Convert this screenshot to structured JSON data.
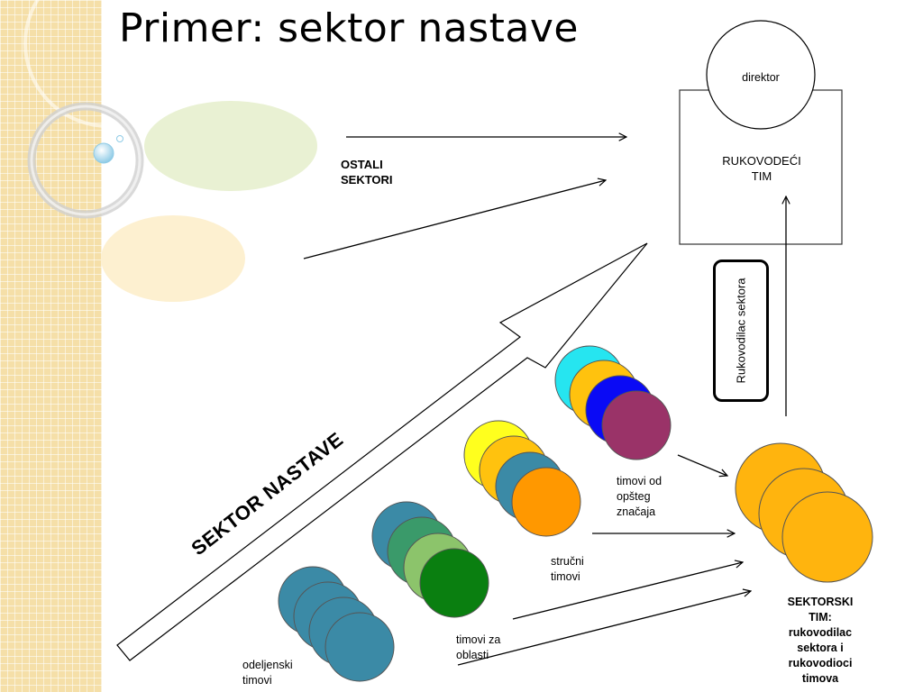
{
  "slide": {
    "title": "Primer: sektor nastave"
  },
  "labels": {
    "ostali_sektori": [
      "OSTALI",
      "SEKTORI"
    ],
    "direktor": "direktor",
    "rukovodeci_tim": [
      "RUKOVODEĆI",
      "TIM"
    ],
    "rukovodilac_sektora": "Rukovodilac sektora",
    "sektor_nastave": "SEKTOR NASTAVE",
    "timovi_od_opsteg_znacaja": [
      "timovi od",
      "opšteg",
      "značaja"
    ],
    "strucni_timovi": [
      "stručni",
      "timovi"
    ],
    "timovi_za_oblasti": [
      "timovi za",
      "oblasti"
    ],
    "odeljenski_timovi": [
      "odeljenski",
      "timovi"
    ],
    "sektorski_tim": [
      "SEKTORSKI",
      "TIM:",
      "rukovodilac",
      "sektora i",
      "rukovodioci",
      "timova"
    ]
  },
  "colors": {
    "ellipse_green": "#e9f1d3",
    "ellipse_yellow": "#fdf0d0",
    "sidebar": "#f5dfa8",
    "bubble_blue": "#bfe3f2",
    "teal": "#3b8aa6",
    "sea_green": "#3a9a6a",
    "light_green": "#8cc46b",
    "green": "#0a7f10",
    "yellow": "#ffff1e",
    "gold": "#ffc20e",
    "orange": "#ff9800",
    "cyan": "#26e5f0",
    "blue": "#0a0af5",
    "plum": "#9a3368",
    "amber": "#ffb40e"
  }
}
